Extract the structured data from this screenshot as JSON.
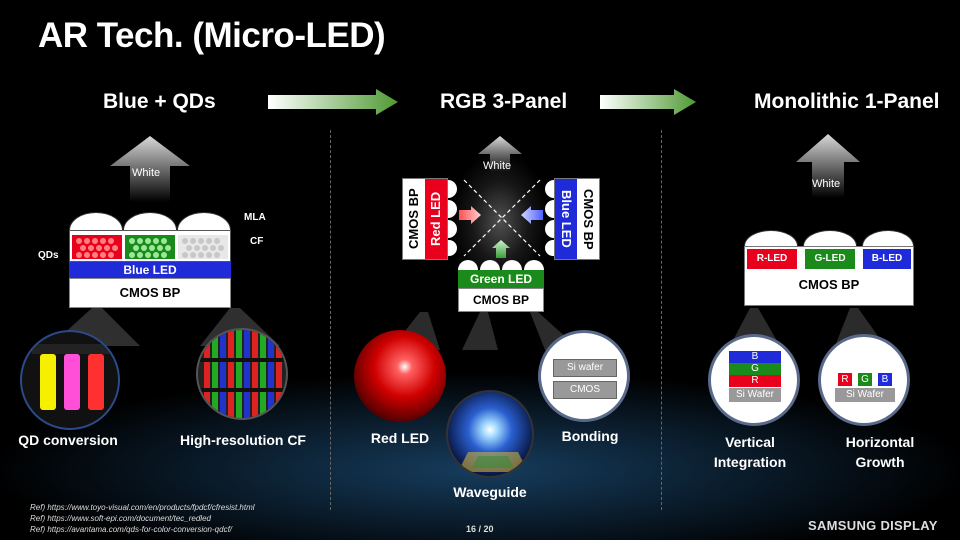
{
  "title": "AR Tech. (Micro-LED)",
  "columns": {
    "blue_qds": {
      "title": "Blue + QDs",
      "white": "White",
      "mla": "MLA",
      "cf": "CF",
      "qds": "QDs",
      "blue_led": "Blue LED",
      "cmos_bp": "CMOS BP",
      "captions": [
        "QD conversion",
        "High-resolution CF"
      ]
    },
    "rgb3": {
      "title": "RGB 3-Panel",
      "white": "White",
      "red_led": "Red LED",
      "blue_led": "Blue LED",
      "green_led": "Green LED",
      "cmos_bp": "CMOS BP",
      "captions": {
        "red": "Red LED",
        "waveguide": "Waveguide",
        "bonding": "Bonding"
      },
      "bonding_layers": [
        "Si wafer",
        "CMOS"
      ]
    },
    "mono": {
      "title": "Monolithic 1-Panel",
      "white": "White",
      "leds": [
        "R-LED",
        "G-LED",
        "B-LED"
      ],
      "cmos_bp": "CMOS BP",
      "vertical": {
        "layers": [
          "B",
          "G",
          "R"
        ],
        "base": "Si Wafer",
        "caption_1": "Vertical",
        "caption_2": "Integration"
      },
      "horizontal": {
        "cells": [
          "R",
          "G",
          "B"
        ],
        "base": "Si Wafer",
        "caption_1": "Horizontal",
        "caption_2": "Growth"
      }
    }
  },
  "refs": [
    "Ref) https://www.toyo-visual.com/en/products/fpdcf/cfresist.html",
    "Ref) https://www.soft-epi.com/document/tec_redled",
    "Ref) https://avantama.com/qds-for-color-conversion-qdcf/"
  ],
  "page_number": "16 / 20",
  "brand": "SAMSUNG DISPLAY",
  "colors": {
    "red": "#e8001c",
    "green": "#1a8a1a",
    "blue": "#1f2bd9",
    "arrow": "#5a9a3a"
  }
}
